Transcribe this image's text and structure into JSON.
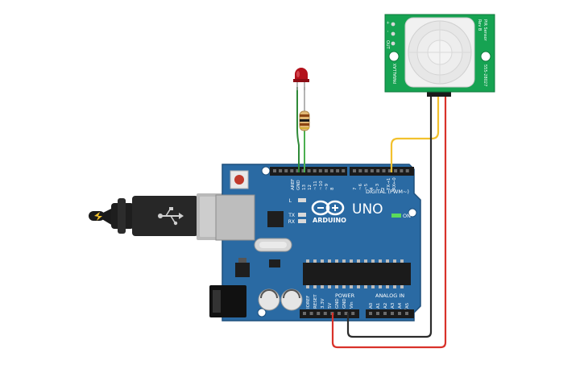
{
  "board": {
    "brand": "ARDUINO",
    "model": "UNO",
    "on_label": "ON",
    "digital_label": "DIGITAL (PWM~)",
    "power_label": "POWER",
    "analog_label": "ANALOG IN",
    "l_label": "L",
    "tx_label": "TX",
    "rx_label": "RX",
    "top_pins": [
      "AREF",
      "GND",
      "13",
      "12",
      "~11",
      "~10",
      "~9",
      "8",
      "7",
      "~6",
      "~5",
      "4",
      "~3",
      "2",
      "TX→1",
      "RX←0"
    ],
    "power_pins": [
      "IOREF",
      "RESET",
      "3.3V",
      "5V",
      "GND",
      "GND",
      "Vin"
    ],
    "analog_pins": [
      "A0",
      "A1",
      "A2",
      "A3",
      "A4",
      "A5"
    ]
  },
  "pir": {
    "title": "PIR Sensor",
    "rev": "Rev B",
    "part_number": "555-28027",
    "brand": "PARALLAX",
    "pins": [
      "+",
      "-",
      "OUT"
    ]
  },
  "colors": {
    "board": "#2a6aa3",
    "board_dark": "#1d4f7c",
    "pir_board": "#16a352",
    "wire_yellow": "#f2c12e",
    "wire_black": "#2b2b2b",
    "wire_red": "#d9322a",
    "wire_green": "#4caf50",
    "led": "#b3111b"
  }
}
